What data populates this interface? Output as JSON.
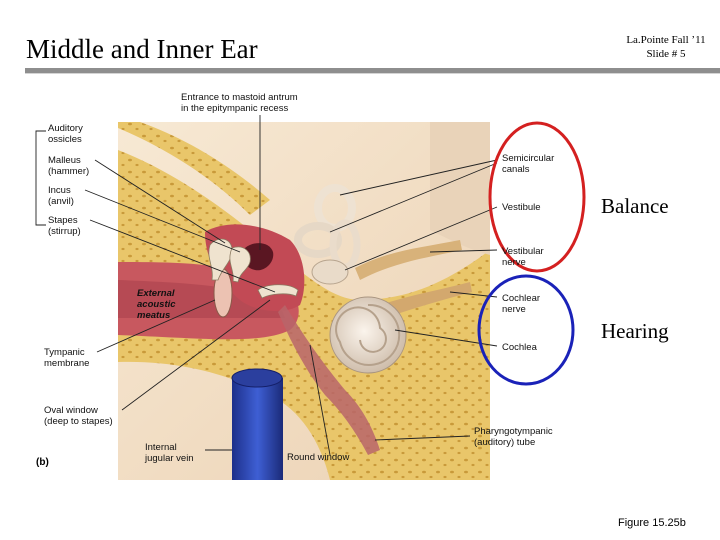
{
  "slide": {
    "title": "Middle and Inner Ear",
    "credit_line1": "La.Pointe Fall ’11",
    "credit_line2": "Slide # 5",
    "figure_caption": "Figure 15.25b",
    "panel_label": "(b)"
  },
  "labels": {
    "mastoid": [
      "Entrance to mastoid antrum",
      "in the epitympanic recess"
    ],
    "ossicles": [
      "Auditory",
      "ossicles"
    ],
    "malleus": [
      "Malleus",
      "(hammer)"
    ],
    "incus": [
      "Incus",
      "(anvil)"
    ],
    "stapes": [
      "Stapes",
      "(stirrup)"
    ],
    "meatus": [
      "External",
      "acoustic",
      "meatus"
    ],
    "tympanic": [
      "Tympanic",
      "membrane"
    ],
    "oval": [
      "Oval window",
      "(deep to stapes)"
    ],
    "jugular": [
      "Internal",
      "jugular vein"
    ],
    "round": [
      "Round window"
    ],
    "semicircular": [
      "Semicircular",
      "canals"
    ],
    "vestibule": [
      "Vestibule"
    ],
    "vestibular_nerve": [
      "Vestibular",
      "nerve"
    ],
    "cochlear_nerve": [
      "Cochlear",
      "nerve"
    ],
    "cochlea": [
      "Cochlea"
    ],
    "pharyngo": [
      "Pharyngotympanic",
      "(auditory) tube"
    ]
  },
  "annotations": {
    "balance": "Balance",
    "hearing": "Hearing"
  },
  "colors": {
    "balance_ring": "#d42020",
    "hearing_ring": "#1a22b8",
    "title_rule": "#8e8e8e"
  }
}
